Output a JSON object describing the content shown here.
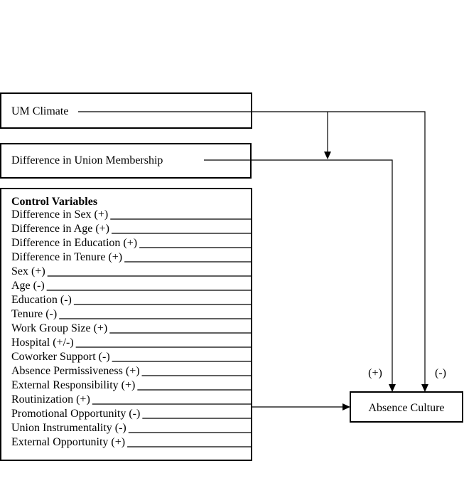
{
  "nodes": {
    "um_climate": "UM Climate",
    "union_membership": "Difference in Union Membership",
    "control_title": "Control Variables",
    "absence_culture": "Absence Culture"
  },
  "controls": [
    "Difference in Sex (+)",
    "Difference in Age (+)",
    "Difference in Education (+)",
    "Difference in Tenure (+)",
    "Sex (+)",
    "Age (-)",
    "Education (-)",
    "Tenure (-)",
    "Work Group Size (+)",
    "Hospital (+/-)",
    "Coworker Support (-)",
    "Absence Permissiveness (+)",
    "External Responsibility (+)",
    "Routinization (+)",
    "Promotional Opportunity (-)",
    "Union Instrumentality (-)",
    "External Opportunity (+)"
  ],
  "signs": {
    "union_membership_path": "(+)",
    "um_climate_path": "(-)"
  }
}
